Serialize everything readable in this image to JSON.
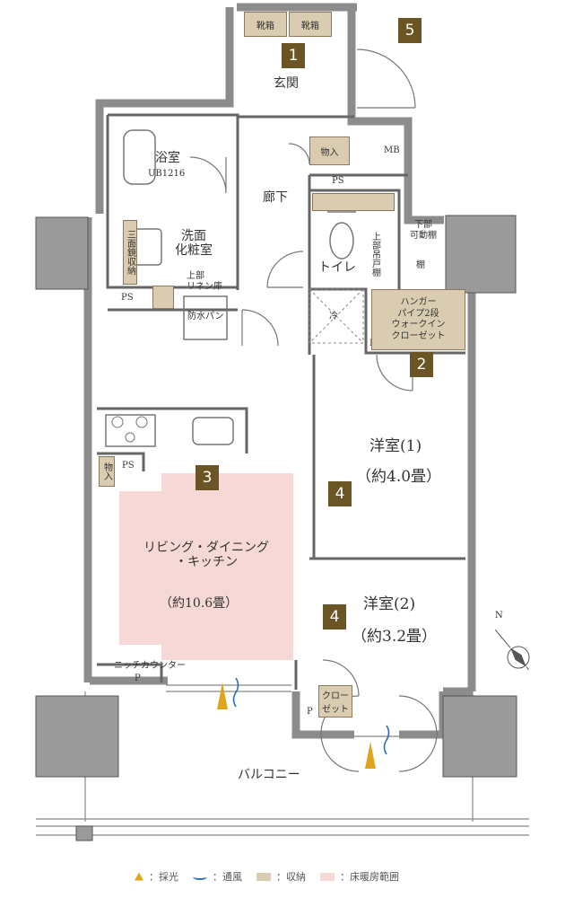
{
  "rooms": {
    "entrance": "玄関",
    "bath": "浴室",
    "bath_model": "UB1216",
    "hallway": "廊下",
    "washroom": "洗面\n化粧室",
    "toilet": "トイレ",
    "ldk": "リビング・ダイニング\n・キッチン",
    "ldk_size": "（約10.6畳）",
    "western1": "洋室(1)",
    "western1_size": "（約4.0畳）",
    "western2": "洋室(2)",
    "western2_size": "（約3.2畳）",
    "balcony": "バルコニー"
  },
  "fixtures": {
    "shoe_box_1": "靴箱",
    "shoe_box_2": "靴箱",
    "storage_hall": "物入",
    "mb": "MB",
    "ps_hall": "PS",
    "ps_wash": "PS",
    "ps_closet": "PS",
    "ps_kitchen": "PS",
    "three_mirror": "三面鏡収納",
    "upper_linen": "上部\nリネン庫",
    "waterproof_pan": "防水パン",
    "upper_cabinet": "上部吊戸棚",
    "lower_shelf": "下部\n可動棚",
    "shelf": "棚",
    "walk_in": "ハンガー\nパイプ2段\nウォークイン\nクローゼット",
    "kitchen_storage": "物入",
    "niche_counter": "ニッチカウンター",
    "p_ldk": "P",
    "p_room2": "P",
    "closet": "クロー\nゼット",
    "ac_mark": "冷"
  },
  "badges": [
    "1",
    "2",
    "3",
    "4",
    "4",
    "5"
  ],
  "legend": {
    "light": "：採光",
    "wind": "：通風",
    "storage": "：収納",
    "floor_heat": "：床暖房範囲"
  },
  "compass": "N",
  "colors": {
    "badge": "#6b5524",
    "storage": "#d9ccb0",
    "floor_heat": "#f6d9d6",
    "wall": "#8c8c8c",
    "light_arrow": "#e0a51c",
    "wind": "#2b6cb0",
    "column": "#9a9a9a"
  }
}
